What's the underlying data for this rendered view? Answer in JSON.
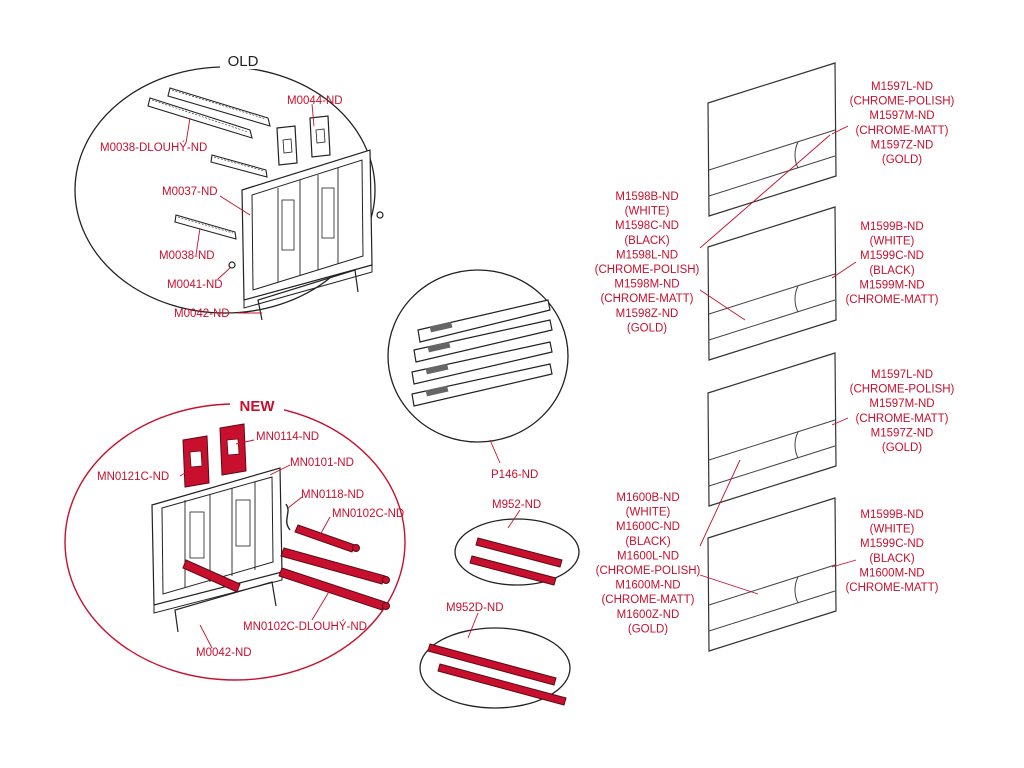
{
  "colors": {
    "label": "#c8102e",
    "accent": "#c8102e",
    "line": "#222222"
  },
  "groups": {
    "old": {
      "title": "OLD"
    },
    "new": {
      "title": "NEW"
    }
  },
  "labels": {
    "m0044": "M0044-ND",
    "m0038_dlouhy": "M0038-DLOUHÝ-ND",
    "m0037": "M0037-ND",
    "m0038": "M0038-ND",
    "m0041": "M0041-ND",
    "m0042_old": "M0042-ND",
    "p146": "P146-ND",
    "m952": "M952-ND",
    "m952d": "M952D-ND",
    "mn0114": "MN0114-ND",
    "mn0121c": "MN0121C-ND",
    "mn0101": "MN0101-ND",
    "mn0118": "MN0118-ND",
    "mn0102c": "MN0102C-ND",
    "mn0102c_dlouhy": "MN0102C-DLOUHÝ-ND",
    "m0042_new": "M0042-ND"
  },
  "plates": {
    "p1": [
      "M1597L-ND",
      "(CHROME-POLISH)",
      "M1597M-ND",
      "(CHROME-MATT)",
      "M1597Z-ND",
      "(GOLD)"
    ],
    "p2_left": [
      "M1598B-ND",
      "(WHITE)",
      "M1598C-ND",
      "(BLACK)",
      "M1598L-ND",
      "(CHROME-POLISH)",
      "M1598M-ND",
      "(CHROME-MATT)",
      "M1598Z-ND",
      "(GOLD)"
    ],
    "p2_right": [
      "M1599B-ND",
      "(WHITE)",
      "M1599C-ND",
      "(BLACK)",
      "M1599M-ND",
      "(CHROME-MATT)"
    ],
    "p3": [
      "M1597L-ND",
      "(CHROME-POLISH)",
      "M1597M-ND",
      "(CHROME-MATT)",
      "M1597Z-ND",
      "(GOLD)"
    ],
    "p4_left": [
      "M1600B-ND",
      "(WHITE)",
      "M1600C-ND",
      "(BLACK)",
      "M1600L-ND",
      "(CHROME-POLISH)",
      "M1600M-ND",
      "(CHROME-MATT)",
      "M1600Z-ND",
      "(GOLD)"
    ],
    "p4_right": [
      "M1599B-ND",
      "(WHITE)",
      "M1599C-ND",
      "(BLACK)",
      "M1600M-ND",
      "(CHROME-MATT)"
    ]
  }
}
